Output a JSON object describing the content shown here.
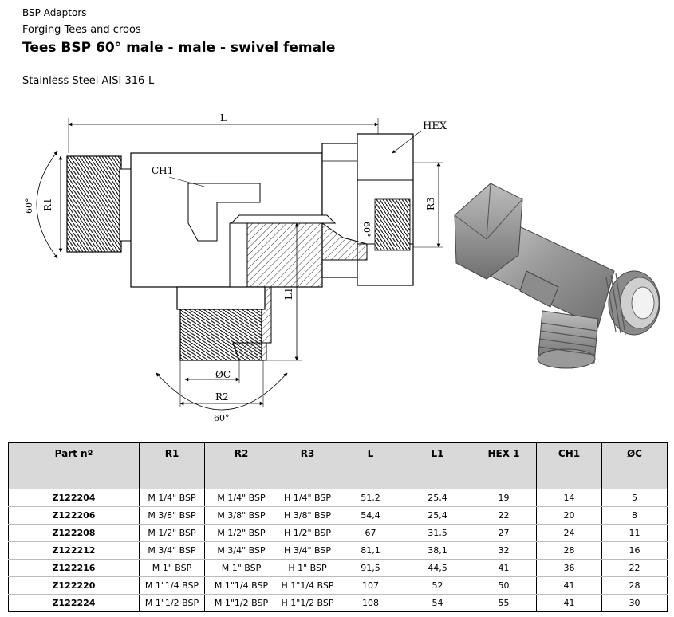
{
  "header": {
    "category": "BSP Adaptors",
    "subcategory": "Forging Tees and croos",
    "title": "Tees BSP 60° male - male - swivel female",
    "material": "Stainless Steel AISI 316-L"
  },
  "drawing": {
    "labels": {
      "L": "L",
      "hex1": "HEX 1",
      "ch1": "CH1",
      "r1": "R1",
      "r3": "R3",
      "l1": "L1",
      "angle_left": "60°",
      "angle_bottom": "60°",
      "angle_cone": "60°",
      "oc": "ØC",
      "r2": "R2"
    }
  },
  "table": {
    "columns": [
      "Part nº",
      "R1",
      "R2",
      "R3",
      "L",
      "L1",
      "HEX 1",
      "CH1",
      "ØC"
    ],
    "rows": [
      [
        "Z122204",
        "M 1/4\" BSP",
        "M 1/4\" BSP",
        "H 1/4\" BSP",
        "51,2",
        "25,4",
        "19",
        "14",
        "5"
      ],
      [
        "Z122206",
        "M 3/8\" BSP",
        "M 3/8\" BSP",
        "H 3/8\" BSP",
        "54,4",
        "25,4",
        "22",
        "20",
        "8"
      ],
      [
        "Z122208",
        "M 1/2\" BSP",
        "M 1/2\" BSP",
        "H 1/2\" BSP",
        "67",
        "31,5",
        "27",
        "24",
        "11"
      ],
      [
        "Z122212",
        "M 3/4\" BSP",
        "M 3/4\" BSP",
        "H 3/4\" BSP",
        "81,1",
        "38,1",
        "32",
        "28",
        "16"
      ],
      [
        "Z122216",
        "M 1\" BSP",
        "M 1\" BSP",
        "H 1\" BSP",
        "91,5",
        "44,5",
        "41",
        "36",
        "22"
      ],
      [
        "Z122220",
        "M 1\"1/4 BSP",
        "M 1\"1/4 BSP",
        "H 1\"1/4 BSP",
        "107",
        "52",
        "50",
        "41",
        "28"
      ],
      [
        "Z122224",
        "M 1\"1/2 BSP",
        "M 1\"1/2 BSP",
        "H 1\"1/2 BSP",
        "108",
        "54",
        "55",
        "41",
        "30"
      ]
    ]
  }
}
